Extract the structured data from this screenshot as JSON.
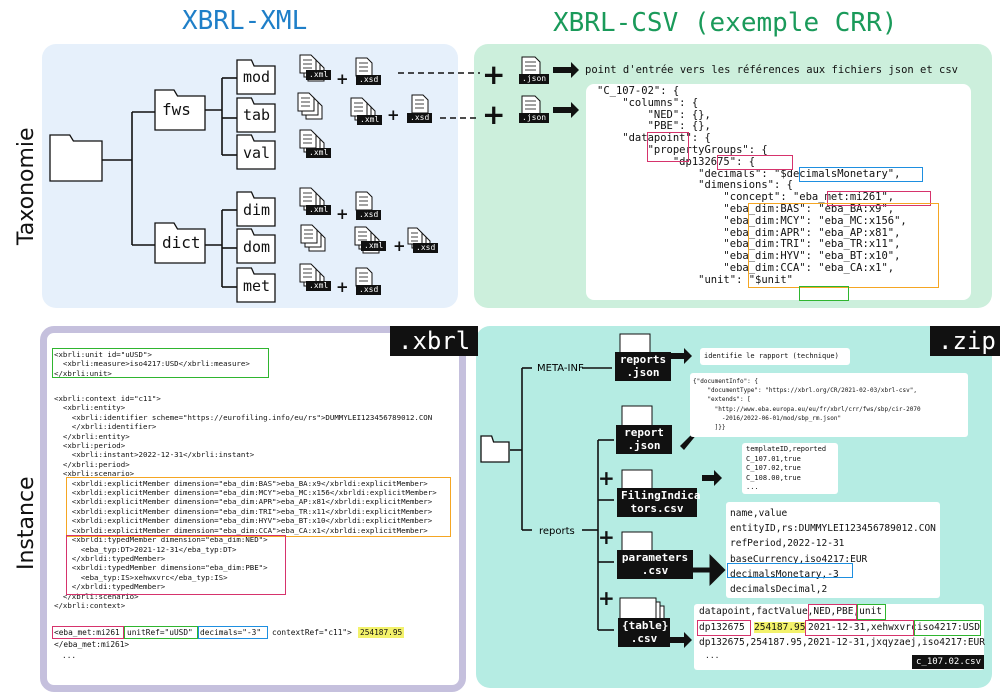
{
  "titles": {
    "left": "XBRL-XML",
    "right": "XBRL-CSV (exemple CRR)"
  },
  "side_labels": {
    "top": "Taxonomie",
    "bottom": "Instance"
  },
  "taxonomy": {
    "fws": "fws",
    "dict": "dict",
    "mod": "mod",
    "tab": "tab",
    "val": "val",
    "dim": "dim",
    "dom": "dom",
    "met": "met",
    "ext_xml": ".xml",
    "ext_xsd": ".xsd",
    "ext_json": ".json",
    "plus": "+",
    "entry_point_text": "point d'entrée vers les références aux fichiers json et csv",
    "json_lines": [
      "\"C_107-02\": {",
      "    \"columns\": {",
      "        \"NED\": {},",
      "        \"PBE\": {},",
      "    \"datapoint\": {",
      "        \"propertyGroups\": {",
      "            \"dp132675\": {",
      "                \"decimals\": \"$decimalsMonetary\",",
      "                \"dimensions\": {",
      "                    \"concept\": \"eba_met:mi261\",",
      "                    \"eba_dim:BAS\": \"eba_BA:x9\",",
      "                    \"eba_dim:MCY\": \"eba_MC:x156\",",
      "                    \"eba_dim:APR\": \"eba_AP:x81\",",
      "                    \"eba_dim:TRI\": \"eba_TR:x11\",",
      "                    \"eba_dim:HYV\": \"eba_BT:x10\",",
      "                    \"eba_dim:CCA\": \"eba_CA:x1\",",
      "                \"unit\": \"$unit\""
    ]
  },
  "instance": {
    "xbrl_tag": ".xbrl",
    "zip_tag": ".zip",
    "unit_lines": [
      "<xbrli:unit id=\"uUSD\">",
      "  <xbrli:measure>iso4217:USD</xbrli:measure>",
      "</xbrli:unit>"
    ],
    "context_lines": [
      "<xbrli:context id=\"c11\">",
      "  <xbrli:entity>",
      "    <xbrli:identifier scheme=\"https://eurofiling.info/eu/rs\">DUMMYLEI123456789012.CON",
      "    </xbrli:identifier>",
      "  </xbrli:entity>",
      "  <xbrli:period>",
      "    <xbrli:instant>2022-12-31</xbrli:instant>",
      "  </xbrli:period>",
      "  <xbrli:scenario>",
      "    <xbrldi:explicitMember dimension=\"eba_dim:BAS\">eba_BA:x9</xbrldi:explicitMember>",
      "    <xbrldi:explicitMember dimension=\"eba_dim:MCY\">eba_MC:x156</xbrldi:explicitMember>",
      "    <xbrldi:explicitMember dimension=\"eba_dim:APR\">eba_AP:x81</xbrldi:explicitMember>",
      "    <xbrldi:explicitMember dimension=\"eba_dim:TRI\">eba_TR:x11</xbrldi:explicitMember>",
      "    <xbrldi:explicitMember dimension=\"eba_dim:HYV\">eba_BT:x10</xbrldi:explicitMember>",
      "    <xbrldi:explicitMember dimension=\"eba_dim:CCA\">eba_CA:x1</xbrldi:explicitMember>",
      "    <xbrldi:typedMember dimension=\"eba_dim:NED\">",
      "      <eba_typ:DT>2021-12-31</eba_typ:DT>",
      "    </xbrldi:typedMember>",
      "    <xbrldi:typedMember dimension=\"eba_dim:PBE\">",
      "      <eba_typ:IS>xehwxvrc</eba_typ:IS>",
      "    </xbrldi:typedMember>",
      "  </xbrli:scenario>",
      "</xbrli:context>"
    ],
    "fact_parts": [
      "<eba_met:mi261",
      "unitRef=\"uUSD\"",
      "decimals=\"-3\"",
      "contextRef=\"c11\">",
      "254187.95"
    ],
    "fact_tail": [
      "</eba_met:mi261>",
      "..."
    ],
    "meta_inf": "META-INF",
    "reports_folder": "reports",
    "reports_json": "reports\n.json",
    "report_json": "report\n.json",
    "filing_csv": "FilingIndica\ntors.csv",
    "parameters_csv": "parameters\n.csv",
    "table_csv": "{table}\n.csv",
    "identify_text": "identifie le rapport (technique)",
    "report_json_lines": [
      "{\"documentInfo\": {",
      "    \"documentType\": \"https://xbrl.org/CR/2021-02-03/xbrl-csv\",",
      "    \"extends\": [",
      "      \"http://www.eba.europa.eu/eu/fr/xbrl/crr/fws/sbp/cir-2070",
      "        -2016/2022-06-01/mod/sbp_rm.json\"",
      "      ]}}"
    ],
    "filing_lines": [
      "templateID,reported",
      "C_107.01,true",
      "C_107.02,true",
      "C_108.00,true",
      "..."
    ],
    "param_lines": [
      "name,value",
      "entityID,rs:DUMMYLEI123456789012.CON",
      "refPeriod,2022-12-31",
      "baseCurrency,iso4217:EUR",
      "decimalsMonetary,-3",
      "decimalsDecimal,2"
    ],
    "table_header": "datapoint,factValue,NED,PBE,unit",
    "table_row1": [
      "dp132675",
      "254187.95",
      "2021-12-31,xehwxvrc",
      "iso4217:USD"
    ],
    "table_row2": "dp132675,254187.95,2021-12-31,jxqyzaej,iso4217:EUR",
    "table_more": "...",
    "csv_file": "c_107.02.csv"
  },
  "colors": {
    "blue_title": "#1f7fc8",
    "green_title": "#1a9a5a",
    "blue_panel": "#e6f0fb",
    "green_panel": "#ccefdc",
    "purple_border": "#c5c0dd",
    "teal_panel": "#b5ece3",
    "pink": "#d6336c",
    "orange": "#f5a623",
    "green_box": "#2fb52f",
    "blue_box": "#1e8fe0",
    "highlight": "#f3f26b"
  }
}
